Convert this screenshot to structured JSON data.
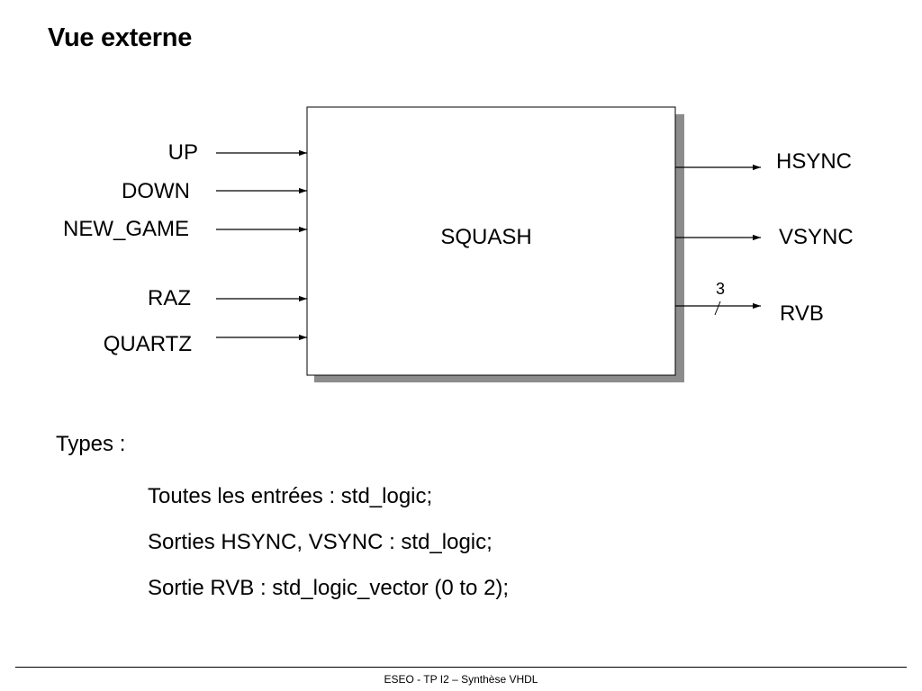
{
  "title": "Vue externe",
  "block": {
    "name": "SQUASH"
  },
  "inputs": [
    {
      "id": "up",
      "label": "UP"
    },
    {
      "id": "down",
      "label": "DOWN"
    },
    {
      "id": "new-game",
      "label": "NEW_GAME"
    },
    {
      "id": "raz",
      "label": "RAZ"
    },
    {
      "id": "quartz",
      "label": "QUARTZ"
    }
  ],
  "outputs": [
    {
      "id": "hsync",
      "label": "HSYNC"
    },
    {
      "id": "vsync",
      "label": "VSYNC"
    },
    {
      "id": "rvb",
      "label": "RVB",
      "bus_width": "3"
    }
  ],
  "types": {
    "heading": "Types :",
    "lines": [
      "Toutes les entrées : std_logic;",
      "Sorties HSYNC, VSYNC  : std_logic;",
      "Sortie RVB : std_logic_vector (0 to 2);"
    ]
  },
  "footer": "ESEO - TP I2 – Synthèse VHDL"
}
